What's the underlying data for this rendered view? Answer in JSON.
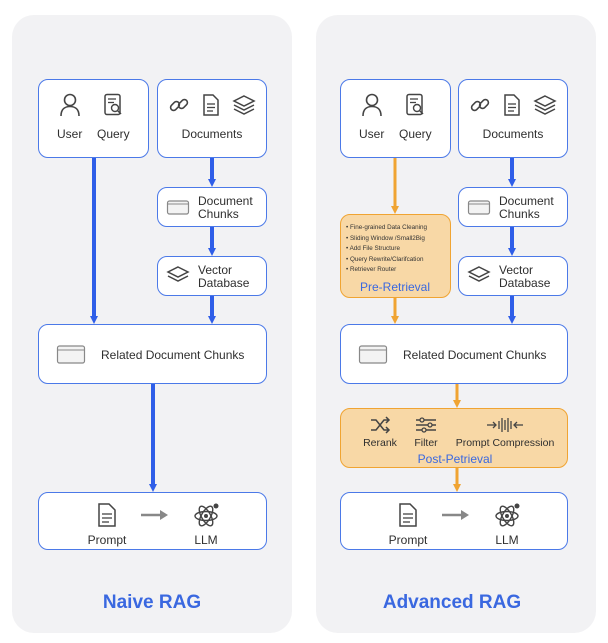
{
  "naive": {
    "title": "Naive RAG",
    "user": "User",
    "query": "Query",
    "documents": "Documents",
    "doc_chunks": [
      "Document",
      "Chunks"
    ],
    "vector_db": [
      "Vector",
      "Database"
    ],
    "related": "Related Document Chunks",
    "prompt": "Prompt",
    "llm": "LLM"
  },
  "advanced": {
    "title": "Advanced RAG",
    "user": "User",
    "query": "Query",
    "documents": "Documents",
    "doc_chunks": [
      "Document",
      "Chunks"
    ],
    "vector_db": [
      "Vector",
      "Database"
    ],
    "pre_retrieval": {
      "items": [
        "Fine-grained Data Cleaning",
        "Sliding Window /Small2Big",
        "Add File Structure",
        "Query Rewrite/Clarifcation",
        "Retriever Router"
      ],
      "label": "Pre-Retrieval"
    },
    "related": "Related Document Chunks",
    "post_retrieval": {
      "rerank": "Rerank",
      "filter": "Filter",
      "compression": "Prompt Compression",
      "label": "Post-Petrieval"
    },
    "prompt": "Prompt",
    "llm": "LLM"
  },
  "colors": {
    "blue": "#2f5ee8",
    "orange": "#f0a432",
    "panel": "#f2f2f4"
  }
}
